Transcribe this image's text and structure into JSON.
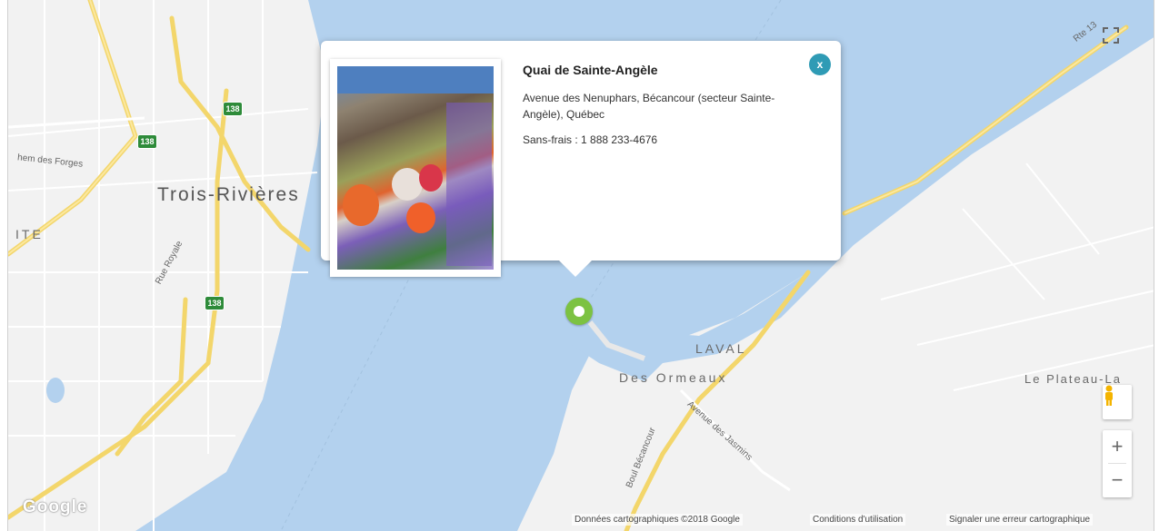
{
  "map": {
    "city_labels": {
      "trois_rivieres": "Trois-Rivières",
      "ite": "ITE",
      "laval": "LAVAL",
      "des_ormeaux": "Des Ormeaux",
      "le_plateau": "Le Plateau-La"
    },
    "street_labels": {
      "forges": "hem des Forges",
      "rue_royale": "Rue Royale",
      "boul_becancour": "Boul Bécancour",
      "avenue_jasmins": "Avenue des Jasmins",
      "rte": "Rte 13"
    },
    "highway_number": "138",
    "colors": {
      "water": "#b3d1ee",
      "land": "#f2f2f2",
      "road": "#fbe37a",
      "marker": "#7cc242",
      "close": "#2f9bb5"
    }
  },
  "popup": {
    "title": "Quai de Sainte-Angèle",
    "address": "Avenue des Nenuphars, Bécancour (secteur Sainte-Angèle), Québec",
    "phone": "Sans-frais : 1 888 233-4676",
    "close_label": "x",
    "photo_icon": "photo-flowers"
  },
  "controls": {
    "fullscreen_icon": "fullscreen-icon",
    "pegman_icon": "pegman-icon",
    "zoom_in": "+",
    "zoom_out": "−"
  },
  "footer": {
    "logo": "Google",
    "map_data": "Données cartographiques ©2018 Google",
    "terms": "Conditions d'utilisation",
    "report": "Signaler une erreur cartographique"
  }
}
